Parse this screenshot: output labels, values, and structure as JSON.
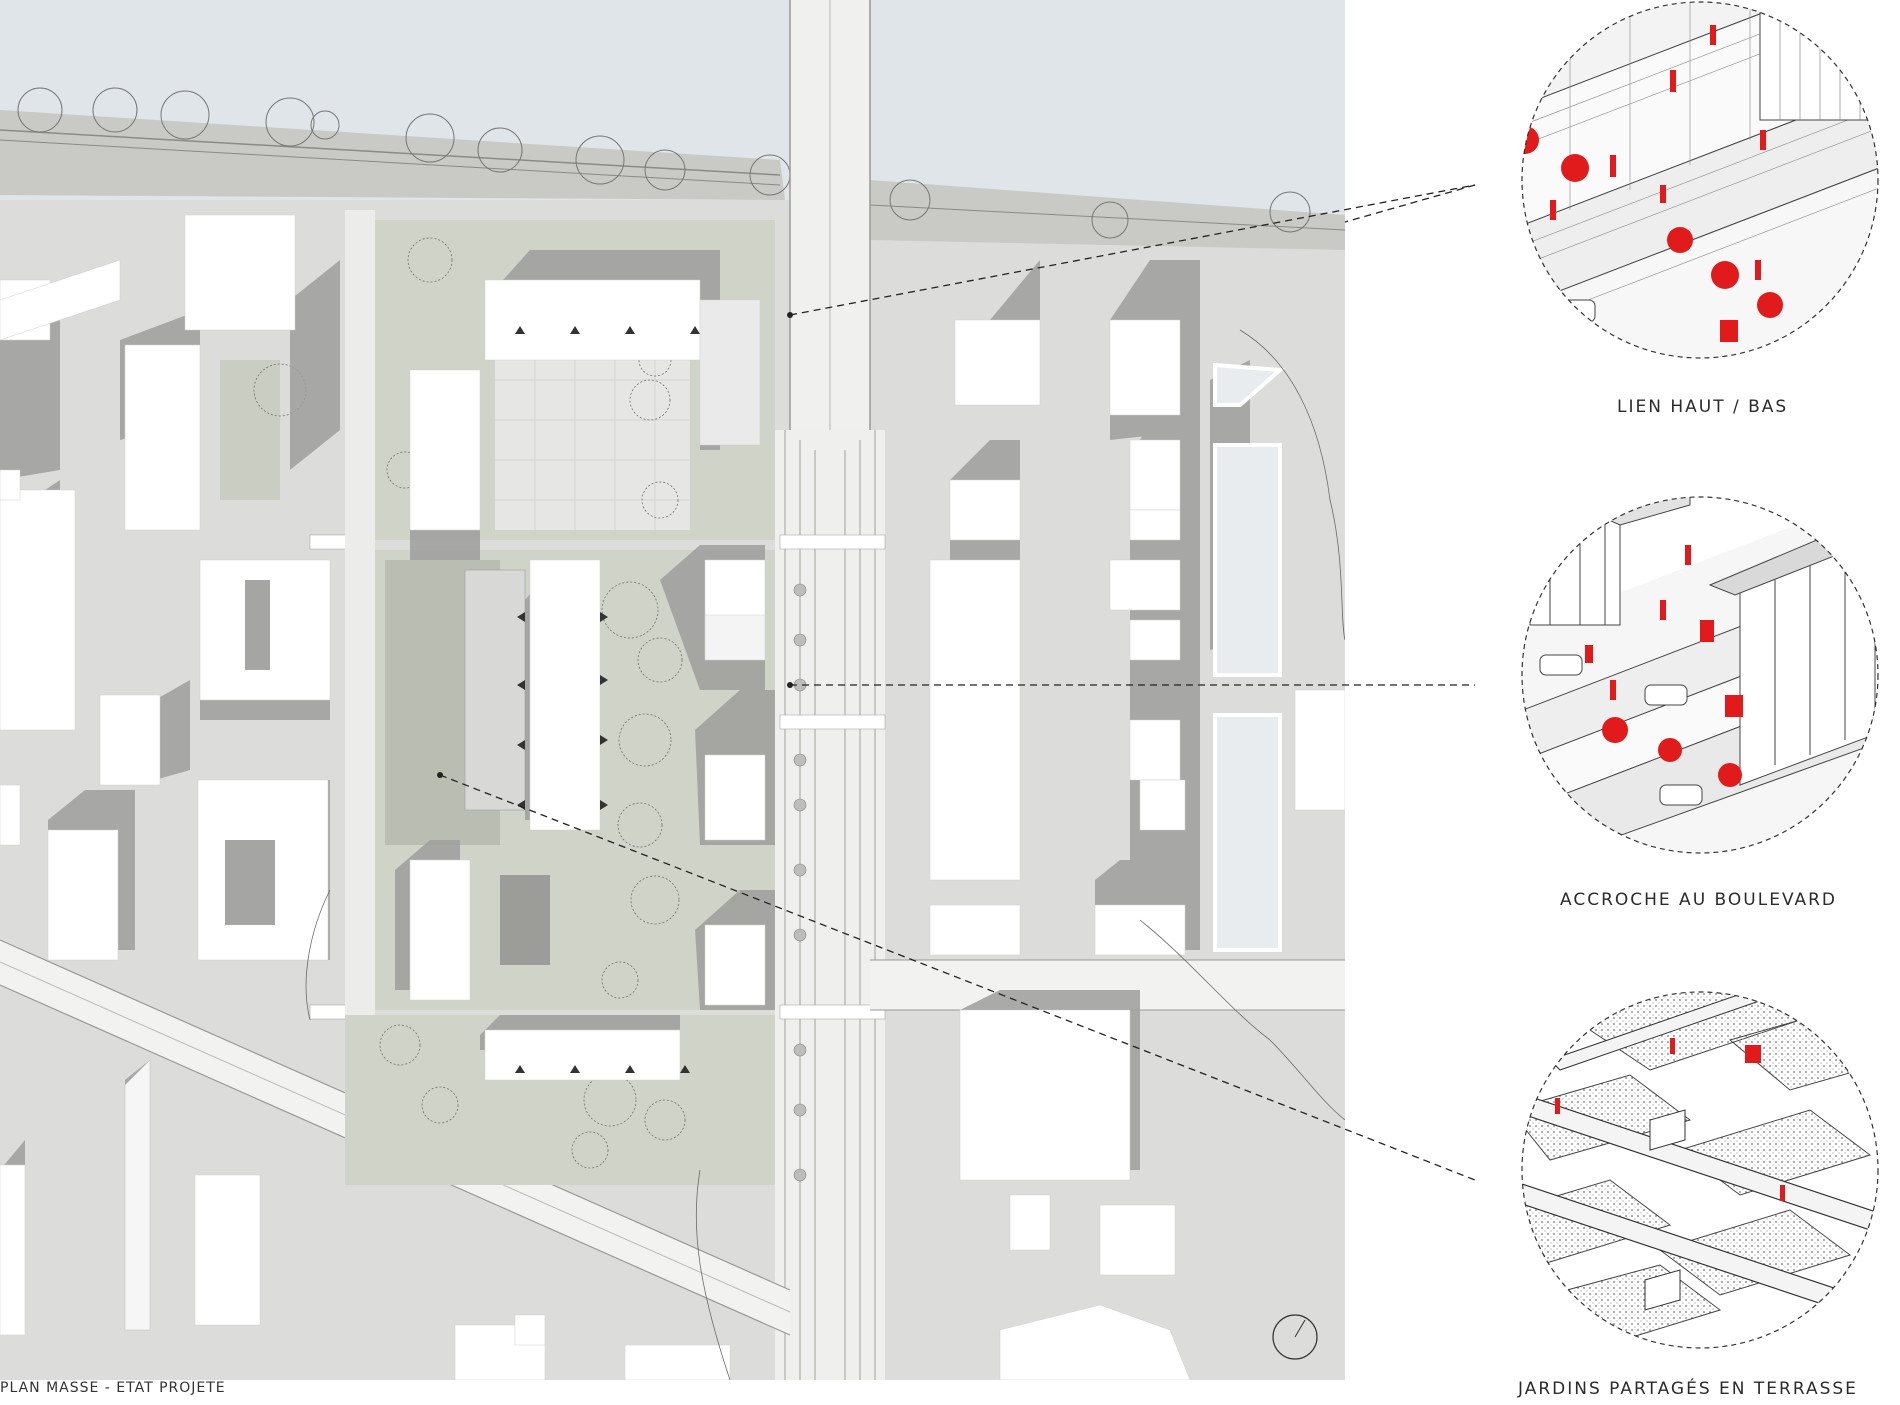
{
  "plan": {
    "caption": "PLAN MASSE - ETAT PROJETE"
  },
  "details": [
    {
      "caption": "LIEN HAUT / BAS"
    },
    {
      "caption": "ACCROCHE AU BOULEVARD"
    },
    {
      "caption": "JARDINS PARTAGÉS EN TERRASSE"
    }
  ],
  "colors": {
    "river": "#dfe5e8",
    "ground": "#dcdcda",
    "building": "#ffffff",
    "shadow": "#9b9b9b",
    "green": "#c8ccbf",
    "accent_people": "#e11b1b",
    "road": "#f2f2f2"
  },
  "icons": {
    "north_arrow": "north-arrow-icon",
    "figures": "person-icon"
  }
}
